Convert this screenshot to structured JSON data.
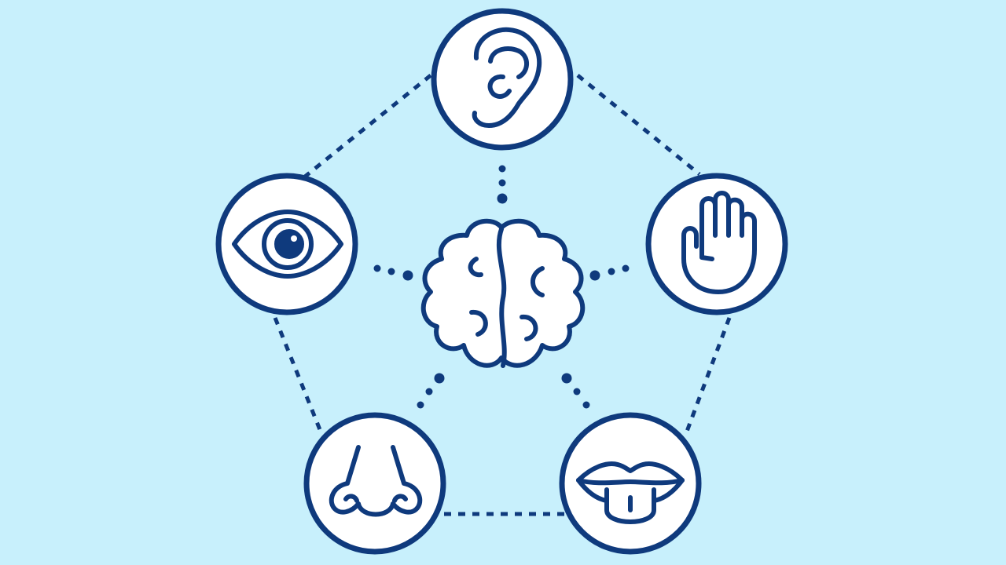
{
  "colors": {
    "background": "#c8f0fc",
    "stroke": "#0f3a7d",
    "fill": "#ffffff"
  },
  "center": {
    "icon": "brain-icon"
  },
  "senses": [
    {
      "id": "hearing",
      "icon": "ear-icon"
    },
    {
      "id": "touch",
      "icon": "hand-icon"
    },
    {
      "id": "taste",
      "icon": "tongue-icon"
    },
    {
      "id": "smell",
      "icon": "nose-icon"
    },
    {
      "id": "sight",
      "icon": "eye-icon"
    }
  ]
}
